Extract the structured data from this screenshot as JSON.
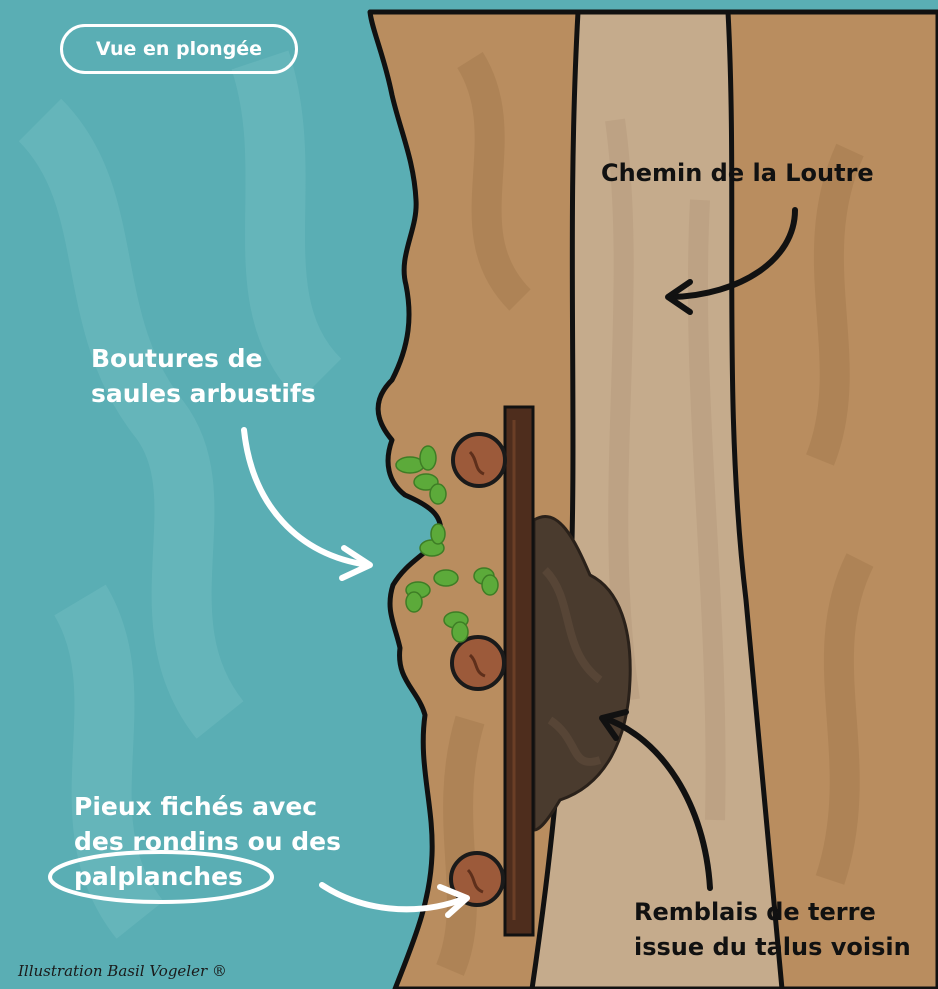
{
  "badge": {
    "label": "Vue en plongée"
  },
  "labels": {
    "path_name": "Chemin de la Loutre",
    "willow_line1": "Boutures de",
    "willow_line2": "saules arbustifs",
    "piles_line1": "Pieux fichés avec",
    "piles_line2": "des rondins ou des",
    "piles_line3": "palplanches",
    "fill_line1": "Remblais de terre",
    "fill_line2": "issue du talus voisin"
  },
  "credit": "Illustration Basil Vogeler ®",
  "colors": {
    "water": "#5aaeb4",
    "bank": "#b98d5f",
    "path": "#c5ab8c",
    "board": "#4e2d1d",
    "fill": "#4a3b2e",
    "log": "#9c5a3a",
    "willow": "#5caa3a"
  }
}
